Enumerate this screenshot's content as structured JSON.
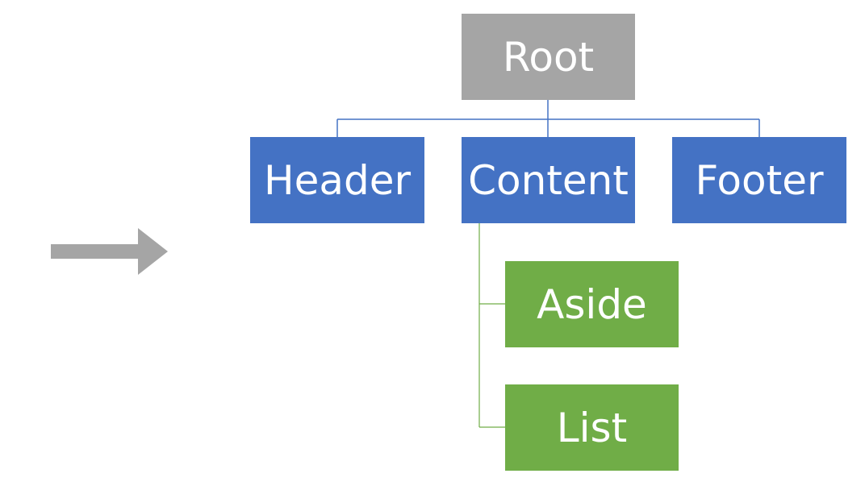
{
  "diagram": {
    "colors": {
      "root": "#a5a5a5",
      "level1": "#4472c4",
      "level2": "#70ad47",
      "arrow": "#a5a5a5",
      "connector_level1": "#4472c4",
      "connector_level2": "#70ad47",
      "text": "#ffffff"
    },
    "nodes": {
      "root": {
        "label": "Root"
      },
      "header": {
        "label": "Header"
      },
      "content": {
        "label": "Content"
      },
      "footer": {
        "label": "Footer"
      },
      "aside": {
        "label": "Aside"
      },
      "list": {
        "label": "List"
      }
    },
    "edges": [
      {
        "from": "root",
        "to": "header"
      },
      {
        "from": "root",
        "to": "content"
      },
      {
        "from": "root",
        "to": "footer"
      },
      {
        "from": "content",
        "to": "aside"
      },
      {
        "from": "content",
        "to": "list"
      }
    ],
    "arrow": {
      "direction": "right",
      "icon": "right-arrow-icon"
    }
  }
}
